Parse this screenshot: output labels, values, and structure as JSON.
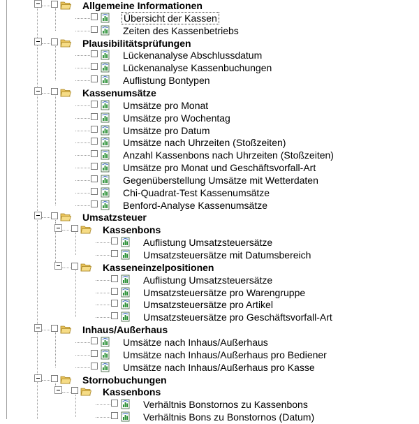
{
  "tree": [
    {
      "label": "Allgemeine Informationen",
      "type": "folder",
      "level": 0,
      "expanded": true
    },
    {
      "label": "Übersicht der Kassen",
      "type": "report",
      "level": 1,
      "selected": true
    },
    {
      "label": "Zeiten des Kassenbetriebs",
      "type": "report",
      "level": 1
    },
    {
      "label": "Plausibilitätsprüfungen",
      "type": "folder",
      "level": 0,
      "expanded": true
    },
    {
      "label": "Lückenanalyse Abschlussdatum",
      "type": "report",
      "level": 1
    },
    {
      "label": "Lückenanalyse Kassenbuchungen",
      "type": "report",
      "level": 1
    },
    {
      "label": "Auflistung Bontypen",
      "type": "report",
      "level": 1
    },
    {
      "label": "Kassenumsätze",
      "type": "folder",
      "level": 0,
      "expanded": true
    },
    {
      "label": "Umsätze pro Monat",
      "type": "report",
      "level": 1
    },
    {
      "label": "Umsätze pro Wochentag",
      "type": "report",
      "level": 1
    },
    {
      "label": "Umsätze pro Datum",
      "type": "report",
      "level": 1
    },
    {
      "label": "Umsätze nach Uhrzeiten (Stoßzeiten)",
      "type": "report",
      "level": 1
    },
    {
      "label": "Anzahl Kassenbons nach Uhrzeiten (Stoßzeiten)",
      "type": "report",
      "level": 1
    },
    {
      "label": "Umsätze pro Monat und Geschäftsvorfall-Art",
      "type": "report",
      "level": 1
    },
    {
      "label": "Gegenüberstellung Umsätze mit Wetterdaten",
      "type": "report",
      "level": 1
    },
    {
      "label": "Chi-Quadrat-Test Kassenumsätze",
      "type": "report",
      "level": 1
    },
    {
      "label": "Benford-Analyse Kassenumsätze",
      "type": "report",
      "level": 1
    },
    {
      "label": "Umsatzsteuer",
      "type": "folder",
      "level": 0,
      "expanded": true
    },
    {
      "label": "Kassenbons",
      "type": "folder",
      "level": 1,
      "expanded": true
    },
    {
      "label": "Auflistung Umsatzsteuersätze",
      "type": "report",
      "level": 2
    },
    {
      "label": "Umsatzsteuersätze mit Datumsbereich",
      "type": "report",
      "level": 2
    },
    {
      "label": "Kasseneinzelpositionen",
      "type": "folder",
      "level": 1,
      "expanded": true
    },
    {
      "label": "Auflistung Umsatzsteuersätze",
      "type": "report",
      "level": 2
    },
    {
      "label": "Umsatzsteuersätze pro Warengruppe",
      "type": "report",
      "level": 2
    },
    {
      "label": "Umsatzsteuersätze pro Artikel",
      "type": "report",
      "level": 2
    },
    {
      "label": "Umsatzsteuersätze pro Geschäftsvorfall-Art",
      "type": "report",
      "level": 2
    },
    {
      "label": "Inhaus/Außerhaus",
      "type": "folder",
      "level": 0,
      "expanded": true
    },
    {
      "label": "Umsätze nach Inhaus/Außerhaus",
      "type": "report",
      "level": 1
    },
    {
      "label": "Umsätze nach Inhaus/Außerhaus pro Bediener",
      "type": "report",
      "level": 1
    },
    {
      "label": "Umsätze nach Inhaus/Außerhaus pro Kasse",
      "type": "report",
      "level": 1
    },
    {
      "label": "Stornobuchungen",
      "type": "folder",
      "level": 0,
      "expanded": true
    },
    {
      "label": "Kassenbons",
      "type": "folder",
      "level": 1,
      "expanded": true
    },
    {
      "label": "Verhältnis Bonstornos zu Kassenbons",
      "type": "report",
      "level": 2
    },
    {
      "label": "Verhältnis Bons zu Bonstornos (Datum)",
      "type": "report",
      "level": 2
    }
  ]
}
